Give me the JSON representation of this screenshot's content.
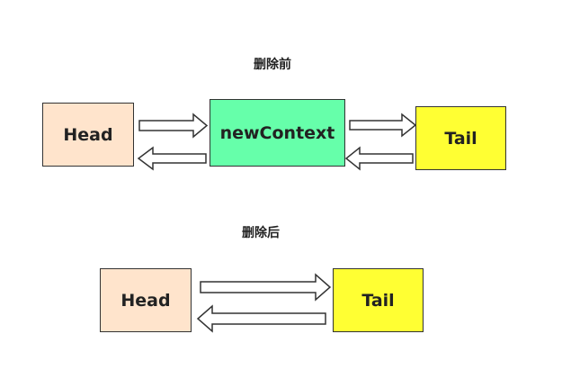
{
  "before": {
    "title": "删除前",
    "nodes": [
      {
        "label": "Head",
        "color": "#ffe4cc"
      },
      {
        "label": "newContext",
        "color": "#66ffaa"
      },
      {
        "label": "Tail",
        "color": "#ffff33"
      }
    ]
  },
  "after": {
    "title": "删除后",
    "nodes": [
      {
        "label": "Head",
        "color": "#ffe4cc"
      },
      {
        "label": "Tail",
        "color": "#ffff33"
      }
    ]
  }
}
